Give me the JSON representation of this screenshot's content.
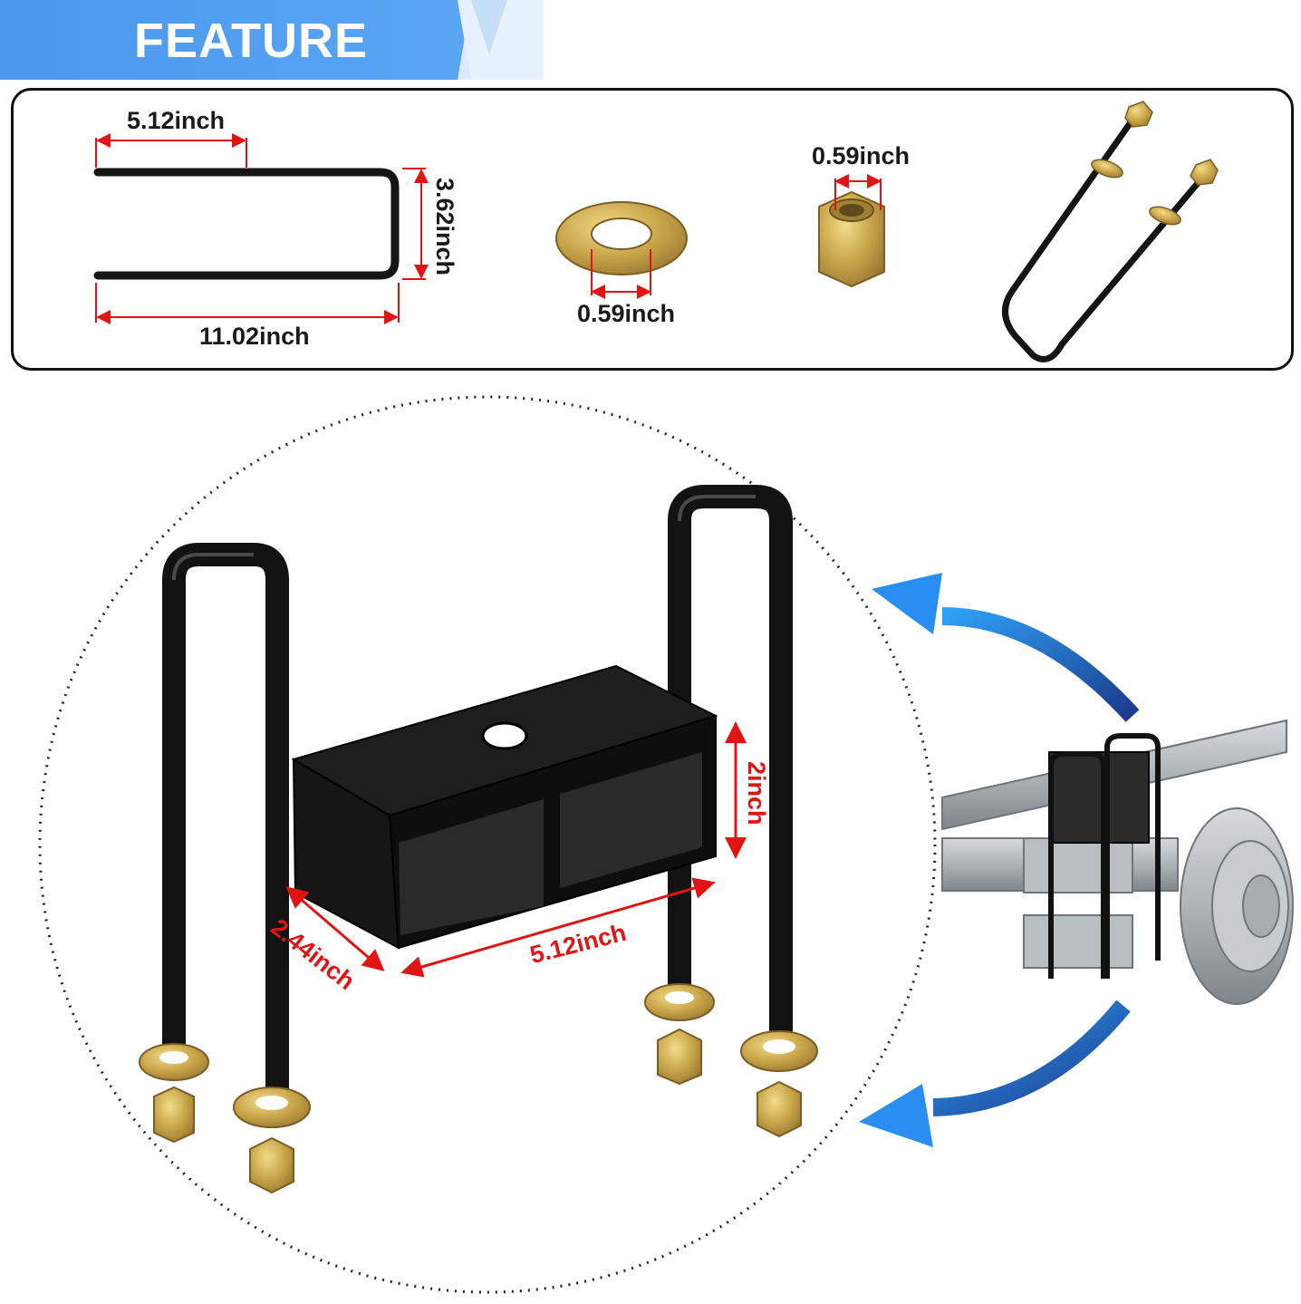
{
  "header": {
    "title": "FEATURE"
  },
  "parts_panel": {
    "ubolt_width": "5.12inch",
    "ubolt_height": "3.62inch",
    "ubolt_length": "11.02inch",
    "washer_hole": "0.59inch",
    "nut_hole": "0.59inch"
  },
  "block_view": {
    "block_height": "2inch",
    "block_width": "2.44inch",
    "block_length": "5.12inch"
  },
  "colors": {
    "banner_blue": "#4f9ef0",
    "dimension_red": "#e11414",
    "arrow_blue": "#2a8ef0",
    "metal_black": "#141414",
    "zinc_gold": "#c9a54a"
  }
}
